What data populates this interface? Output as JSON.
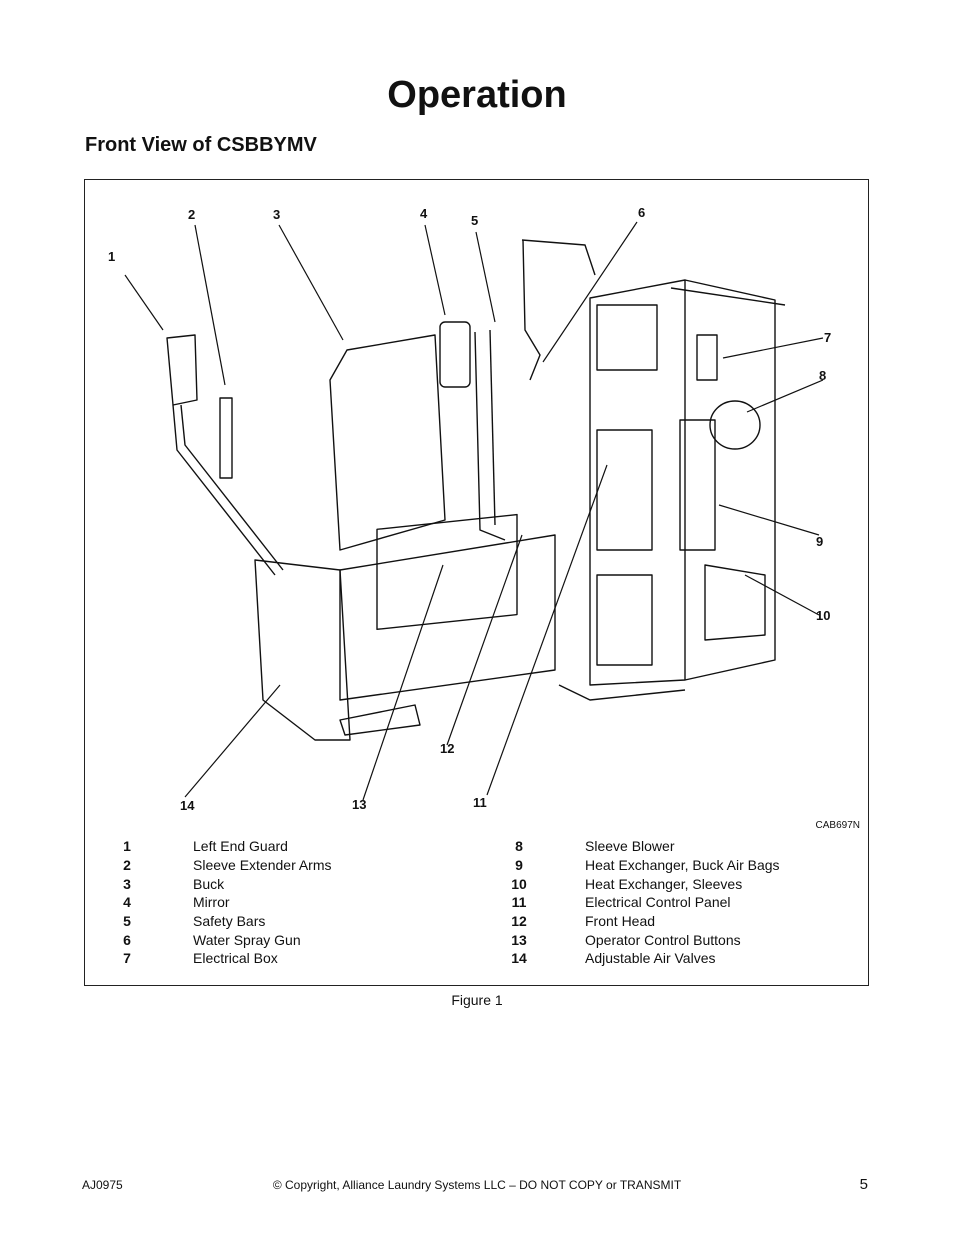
{
  "page": {
    "title": "Operation",
    "subtitle": "Front View of CSBBYMV",
    "figure_code": "CAB697N",
    "caption": "Figure 1"
  },
  "callouts": [
    "1",
    "2",
    "3",
    "4",
    "5",
    "6",
    "7",
    "8",
    "9",
    "10",
    "11",
    "12",
    "13",
    "14"
  ],
  "legend": {
    "left": [
      {
        "num": "1",
        "label": "Left End Guard"
      },
      {
        "num": "2",
        "label": "Sleeve Extender Arms"
      },
      {
        "num": "3",
        "label": "Buck"
      },
      {
        "num": "4",
        "label": "Mirror"
      },
      {
        "num": "5",
        "label": "Safety Bars"
      },
      {
        "num": "6",
        "label": "Water Spray Gun"
      },
      {
        "num": "7",
        "label": "Electrical Box"
      }
    ],
    "right": [
      {
        "num": "8",
        "label": "Sleeve Blower"
      },
      {
        "num": "9",
        "label": "Heat Exchanger, Buck Air Bags"
      },
      {
        "num": "10",
        "label": "Heat Exchanger, Sleeves"
      },
      {
        "num": "11",
        "label": "Electrical Control Panel"
      },
      {
        "num": "12",
        "label": "Front Head"
      },
      {
        "num": "13",
        "label": "Operator Control Buttons"
      },
      {
        "num": "14",
        "label": "Adjustable Air Valves"
      }
    ]
  },
  "footer": {
    "doc_id": "AJ0975",
    "copyright": "© Copyright, Alliance Laundry Systems LLC – DO NOT COPY or TRANSMIT",
    "page_number": "5"
  }
}
